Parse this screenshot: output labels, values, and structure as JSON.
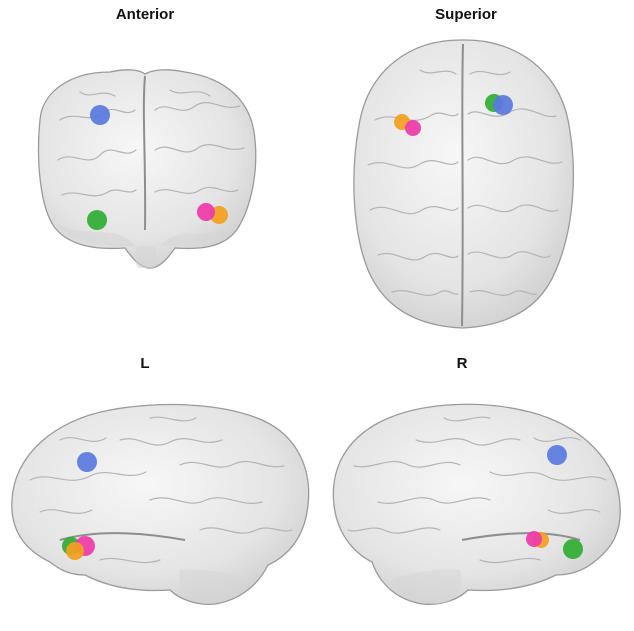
{
  "views": {
    "anterior": {
      "label": "Anterior"
    },
    "superior": {
      "label": "Superior"
    },
    "left": {
      "label": "L"
    },
    "right": {
      "label": "R"
    }
  },
  "roi_colors": {
    "blue": "#5a78e0",
    "green": "#2fae32",
    "pink": "#ee3aa8",
    "orange": "#f2a020"
  }
}
